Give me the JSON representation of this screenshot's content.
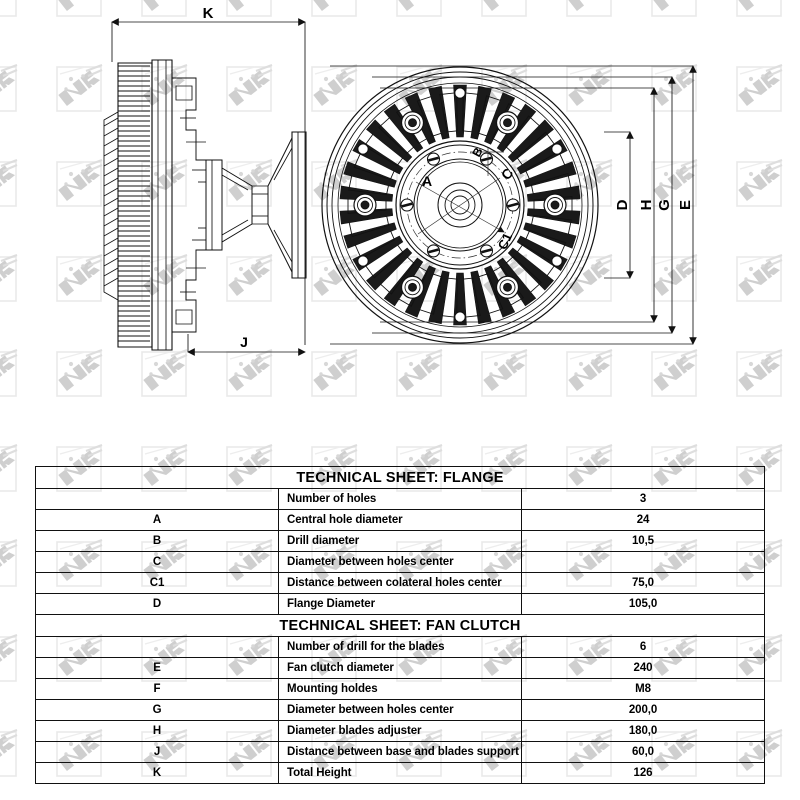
{
  "document": {
    "kind": "technical-drawing-sheet",
    "brand_watermark": "NRF",
    "background_color": "#ffffff",
    "line_color": "#111111"
  },
  "drawing": {
    "views": [
      {
        "name": "side-section-view",
        "description": "Fan clutch side sectional view with finned body, tapered shaft and mounting flange"
      },
      {
        "name": "front-view",
        "description": "Fan clutch front view with radial fins, outer ring and central hub"
      }
    ],
    "dimension_labels": [
      {
        "id": "K",
        "label": "K",
        "orientation": "horizontal",
        "position": "top"
      },
      {
        "id": "J",
        "label": "J",
        "orientation": "horizontal",
        "position": "bottom-left"
      },
      {
        "id": "D",
        "label": "D",
        "orientation": "vertical",
        "position": "right"
      },
      {
        "id": "H",
        "label": "H",
        "orientation": "vertical",
        "position": "right"
      },
      {
        "id": "G",
        "label": "G",
        "orientation": "vertical",
        "position": "right"
      },
      {
        "id": "E",
        "label": "E",
        "orientation": "vertical",
        "position": "right"
      }
    ],
    "hub_labels": [
      {
        "id": "A",
        "label": "A"
      },
      {
        "id": "B",
        "label": "B"
      },
      {
        "id": "C",
        "label": "C"
      },
      {
        "id": "C1",
        "label": "C1"
      }
    ]
  },
  "table": {
    "sections": [
      {
        "title": "TECHNICAL SHEET: FLANGE",
        "rows": [
          {
            "code": "",
            "desc": "Number of holes",
            "value": "3"
          },
          {
            "code": "A",
            "desc": "Central hole diameter",
            "value": "24"
          },
          {
            "code": "B",
            "desc": "Drill diameter",
            "value": "10,5"
          },
          {
            "code": "C",
            "desc": "Diameter between holes center",
            "value": ""
          },
          {
            "code": "C1",
            "desc": "Distance between colateral holes center",
            "value": "75,0"
          },
          {
            "code": "D",
            "desc": "Flange Diameter",
            "value": "105,0"
          }
        ]
      },
      {
        "title": "TECHNICAL SHEET: FAN CLUTCH",
        "rows": [
          {
            "code": "",
            "desc": "Number of drill for the blades",
            "value": "6"
          },
          {
            "code": "E",
            "desc": "Fan clutch diameter",
            "value": "240"
          },
          {
            "code": "F",
            "desc": "Mounting holdes",
            "value": "M8"
          },
          {
            "code": "G",
            "desc": "Diameter between holes center",
            "value": "200,0"
          },
          {
            "code": "H",
            "desc": "Diameter blades adjuster",
            "value": "180,0"
          },
          {
            "code": "J",
            "desc": "Distance between base and blades support",
            "value": "60,0"
          },
          {
            "code": "K",
            "desc": "Total Height",
            "value": "126"
          }
        ]
      }
    ]
  }
}
